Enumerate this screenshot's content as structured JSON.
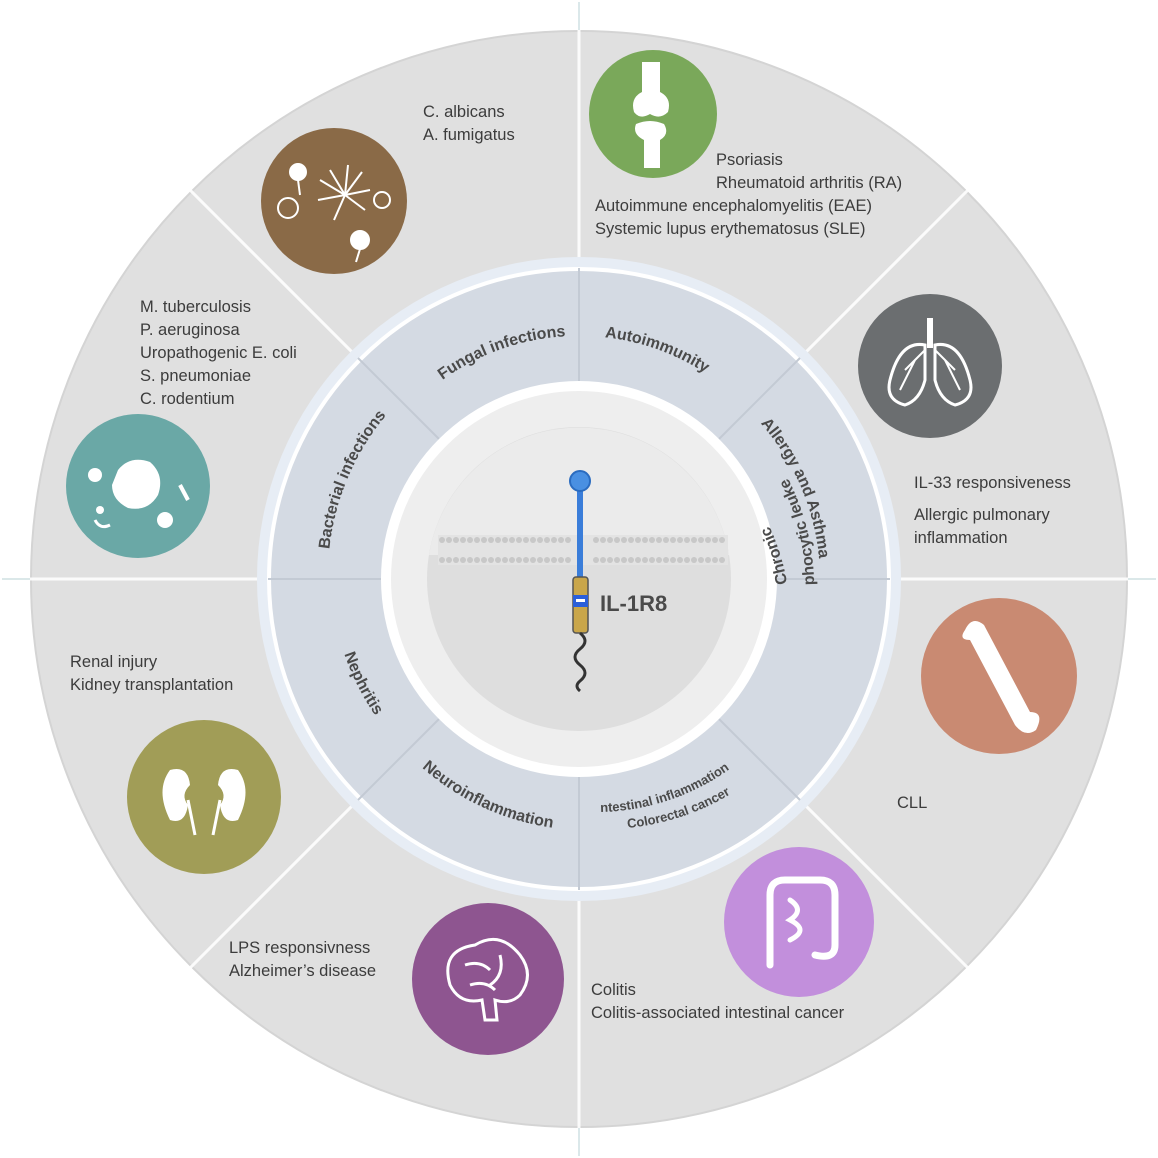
{
  "receptor": {
    "label": "IL-1R8"
  },
  "categories": [
    {
      "id": "fungal",
      "label": "Fungal infections",
      "color": "#8a6a47",
      "icon": "fungi-icon",
      "notes": [
        "C. albicans",
        "A. fumigatus"
      ]
    },
    {
      "id": "autoimmunity",
      "label": "Autoimmunity",
      "color": "#7aa85a",
      "icon": "knee-joint-icon",
      "notes": [
        "Psoriasis",
        "Rheumatoid arthritis (RA)",
        "Autoimmune encephalomyelitis (EAE)",
        "Systemic lupus erythematosus (SLE)"
      ]
    },
    {
      "id": "allergy",
      "label": "Allergy and Asthma",
      "color": "#6b6e70",
      "icon": "lungs-icon",
      "notes": [
        "IL-33 responsiveness",
        "Allergic pulmonary",
        "inflammation"
      ]
    },
    {
      "id": "cll",
      "label_lines": [
        "Chronic",
        "lymphocytic leukemia"
      ],
      "color": "#c98a72",
      "icon": "bone-icon",
      "notes": [
        "CLL"
      ]
    },
    {
      "id": "intestinal",
      "label_lines": [
        "Intestinal inflammation",
        "Colorectal cancer"
      ],
      "color": "#c28fdc",
      "icon": "intestine-icon",
      "notes": [
        "Colitis",
        "Colitis-associated intestinal cancer"
      ]
    },
    {
      "id": "neuro",
      "label": "Neuroinflammation",
      "color": "#8e5590",
      "icon": "brain-icon",
      "notes": [
        "LPS responsivness",
        "Alzheimer’s disease"
      ]
    },
    {
      "id": "nephritis",
      "label": "Nephritis",
      "color": "#a19d57",
      "icon": "kidneys-icon",
      "notes": [
        "Renal injury",
        "Kidney transplantation"
      ]
    },
    {
      "id": "bacterial",
      "label": "Bacterial infections",
      "color": "#6aa8a6",
      "icon": "bacteria-icon",
      "notes": [
        "M. tuberculosis",
        "P. aeruginosa",
        "Uropathogenic E. coli",
        "S. pneumoniae",
        "C. rodentium"
      ]
    }
  ]
}
